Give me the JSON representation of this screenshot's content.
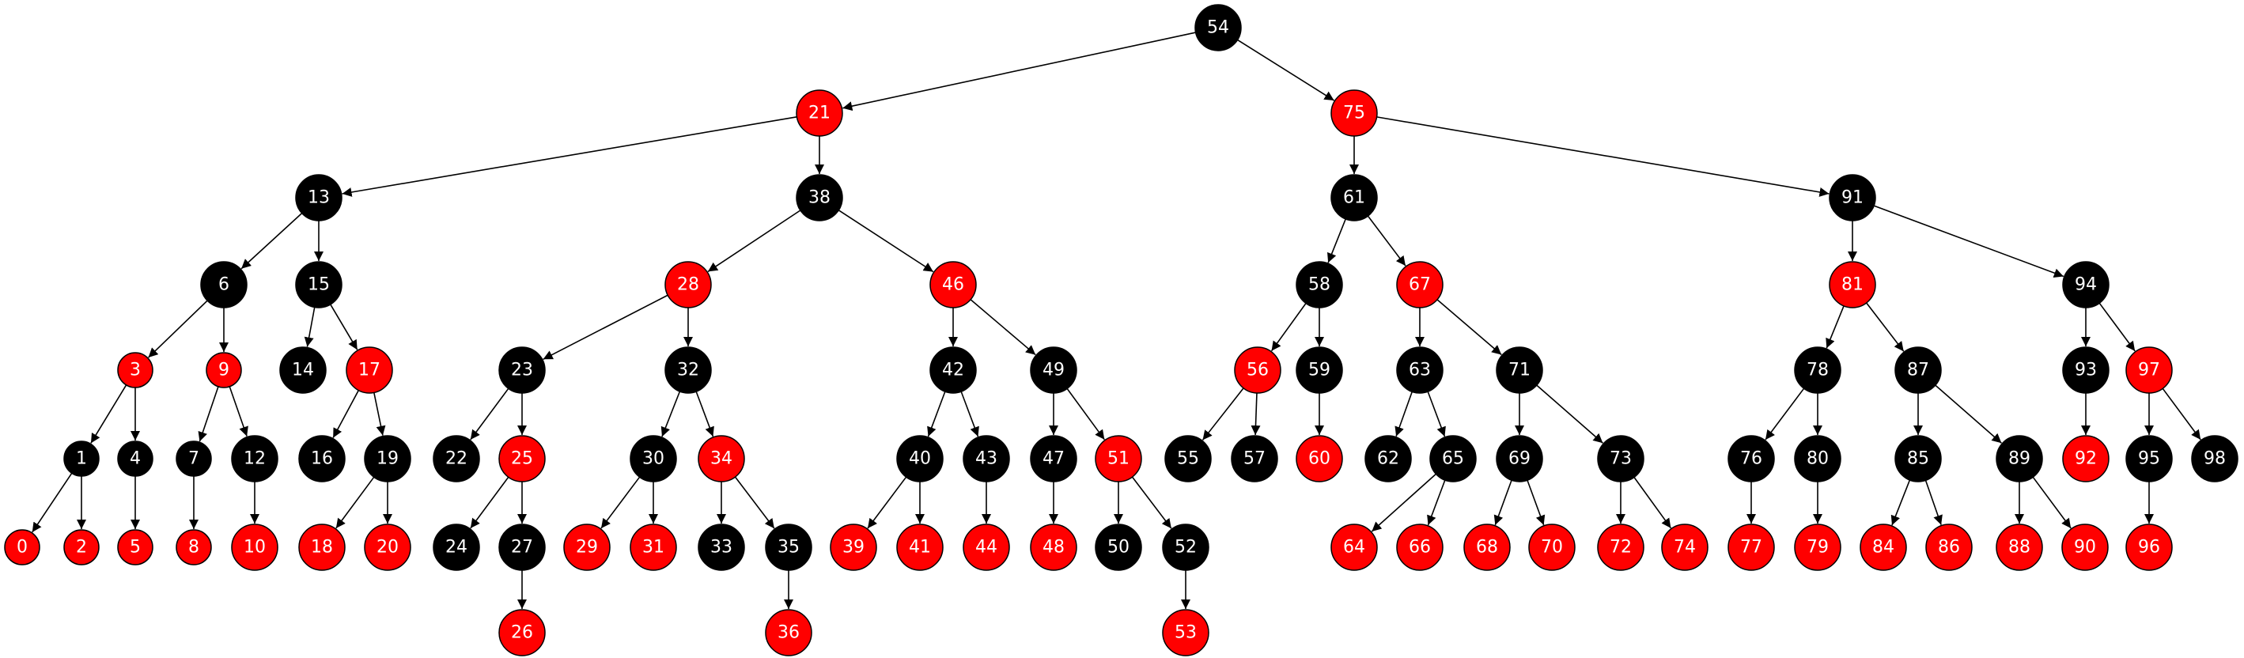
{
  "diagram": {
    "type": "red-black-tree",
    "colors": {
      "red": "#ff0000",
      "black": "#000000",
      "text": "#ffffff",
      "outline": "#000000"
    },
    "nodes": [
      {
        "id": "54",
        "label": "54",
        "color": "black"
      },
      {
        "id": "21",
        "label": "21",
        "color": "red"
      },
      {
        "id": "75",
        "label": "75",
        "color": "red"
      },
      {
        "id": "13",
        "label": "13",
        "color": "black"
      },
      {
        "id": "38",
        "label": "38",
        "color": "black"
      },
      {
        "id": "61",
        "label": "61",
        "color": "black"
      },
      {
        "id": "91",
        "label": "91",
        "color": "black"
      },
      {
        "id": "6",
        "label": "6",
        "color": "black"
      },
      {
        "id": "15",
        "label": "15",
        "color": "black"
      },
      {
        "id": "28",
        "label": "28",
        "color": "red"
      },
      {
        "id": "46",
        "label": "46",
        "color": "red"
      },
      {
        "id": "58",
        "label": "58",
        "color": "black"
      },
      {
        "id": "67",
        "label": "67",
        "color": "red"
      },
      {
        "id": "81",
        "label": "81",
        "color": "red"
      },
      {
        "id": "94",
        "label": "94",
        "color": "black"
      },
      {
        "id": "3",
        "label": "3",
        "color": "red"
      },
      {
        "id": "9",
        "label": "9",
        "color": "red"
      },
      {
        "id": "14",
        "label": "14",
        "color": "black"
      },
      {
        "id": "17",
        "label": "17",
        "color": "red"
      },
      {
        "id": "23",
        "label": "23",
        "color": "black"
      },
      {
        "id": "32",
        "label": "32",
        "color": "black"
      },
      {
        "id": "42",
        "label": "42",
        "color": "black"
      },
      {
        "id": "49",
        "label": "49",
        "color": "black"
      },
      {
        "id": "56",
        "label": "56",
        "color": "red"
      },
      {
        "id": "59",
        "label": "59",
        "color": "black"
      },
      {
        "id": "63",
        "label": "63",
        "color": "black"
      },
      {
        "id": "71",
        "label": "71",
        "color": "black"
      },
      {
        "id": "78",
        "label": "78",
        "color": "black"
      },
      {
        "id": "87",
        "label": "87",
        "color": "black"
      },
      {
        "id": "93",
        "label": "93",
        "color": "black"
      },
      {
        "id": "97",
        "label": "97",
        "color": "red"
      },
      {
        "id": "1",
        "label": "1",
        "color": "black"
      },
      {
        "id": "4",
        "label": "4",
        "color": "black"
      },
      {
        "id": "7",
        "label": "7",
        "color": "black"
      },
      {
        "id": "12",
        "label": "12",
        "color": "black"
      },
      {
        "id": "16",
        "label": "16",
        "color": "black"
      },
      {
        "id": "19",
        "label": "19",
        "color": "black"
      },
      {
        "id": "22",
        "label": "22",
        "color": "black"
      },
      {
        "id": "25",
        "label": "25",
        "color": "red"
      },
      {
        "id": "30",
        "label": "30",
        "color": "black"
      },
      {
        "id": "34",
        "label": "34",
        "color": "red"
      },
      {
        "id": "40",
        "label": "40",
        "color": "black"
      },
      {
        "id": "43",
        "label": "43",
        "color": "black"
      },
      {
        "id": "47",
        "label": "47",
        "color": "black"
      },
      {
        "id": "51",
        "label": "51",
        "color": "red"
      },
      {
        "id": "55",
        "label": "55",
        "color": "black"
      },
      {
        "id": "57",
        "label": "57",
        "color": "black"
      },
      {
        "id": "60",
        "label": "60",
        "color": "red"
      },
      {
        "id": "62",
        "label": "62",
        "color": "black"
      },
      {
        "id": "65",
        "label": "65",
        "color": "black"
      },
      {
        "id": "69",
        "label": "69",
        "color": "black"
      },
      {
        "id": "73",
        "label": "73",
        "color": "black"
      },
      {
        "id": "76",
        "label": "76",
        "color": "black"
      },
      {
        "id": "80",
        "label": "80",
        "color": "black"
      },
      {
        "id": "85",
        "label": "85",
        "color": "black"
      },
      {
        "id": "89",
        "label": "89",
        "color": "black"
      },
      {
        "id": "92",
        "label": "92",
        "color": "red"
      },
      {
        "id": "95",
        "label": "95",
        "color": "black"
      },
      {
        "id": "98",
        "label": "98",
        "color": "black"
      },
      {
        "id": "0",
        "label": "0",
        "color": "red"
      },
      {
        "id": "2",
        "label": "2",
        "color": "red"
      },
      {
        "id": "5",
        "label": "5",
        "color": "red"
      },
      {
        "id": "8",
        "label": "8",
        "color": "red"
      },
      {
        "id": "10",
        "label": "10",
        "color": "red"
      },
      {
        "id": "18",
        "label": "18",
        "color": "red"
      },
      {
        "id": "20",
        "label": "20",
        "color": "red"
      },
      {
        "id": "24",
        "label": "24",
        "color": "black"
      },
      {
        "id": "27",
        "label": "27",
        "color": "black"
      },
      {
        "id": "29",
        "label": "29",
        "color": "red"
      },
      {
        "id": "31",
        "label": "31",
        "color": "red"
      },
      {
        "id": "33",
        "label": "33",
        "color": "black"
      },
      {
        "id": "35",
        "label": "35",
        "color": "black"
      },
      {
        "id": "39",
        "label": "39",
        "color": "red"
      },
      {
        "id": "41",
        "label": "41",
        "color": "red"
      },
      {
        "id": "44",
        "label": "44",
        "color": "red"
      },
      {
        "id": "48",
        "label": "48",
        "color": "red"
      },
      {
        "id": "50",
        "label": "50",
        "color": "black"
      },
      {
        "id": "52",
        "label": "52",
        "color": "black"
      },
      {
        "id": "64",
        "label": "64",
        "color": "red"
      },
      {
        "id": "66",
        "label": "66",
        "color": "red"
      },
      {
        "id": "68",
        "label": "68",
        "color": "red"
      },
      {
        "id": "70",
        "label": "70",
        "color": "red"
      },
      {
        "id": "72",
        "label": "72",
        "color": "red"
      },
      {
        "id": "74",
        "label": "74",
        "color": "red"
      },
      {
        "id": "77",
        "label": "77",
        "color": "red"
      },
      {
        "id": "79",
        "label": "79",
        "color": "red"
      },
      {
        "id": "84",
        "label": "84",
        "color": "red"
      },
      {
        "id": "86",
        "label": "86",
        "color": "red"
      },
      {
        "id": "88",
        "label": "88",
        "color": "red"
      },
      {
        "id": "90",
        "label": "90",
        "color": "red"
      },
      {
        "id": "96",
        "label": "96",
        "color": "red"
      },
      {
        "id": "26",
        "label": "26",
        "color": "red"
      },
      {
        "id": "36",
        "label": "36",
        "color": "red"
      },
      {
        "id": "53",
        "label": "53",
        "color": "red"
      }
    ],
    "edges": [
      [
        "54",
        "21"
      ],
      [
        "54",
        "75"
      ],
      [
        "21",
        "13"
      ],
      [
        "21",
        "38"
      ],
      [
        "75",
        "61"
      ],
      [
        "75",
        "91"
      ],
      [
        "13",
        "6"
      ],
      [
        "13",
        "15"
      ],
      [
        "38",
        "28"
      ],
      [
        "38",
        "46"
      ],
      [
        "61",
        "58"
      ],
      [
        "61",
        "67"
      ],
      [
        "91",
        "81"
      ],
      [
        "91",
        "94"
      ],
      [
        "6",
        "3"
      ],
      [
        "6",
        "9"
      ],
      [
        "15",
        "14"
      ],
      [
        "15",
        "17"
      ],
      [
        "28",
        "23"
      ],
      [
        "28",
        "32"
      ],
      [
        "46",
        "42"
      ],
      [
        "46",
        "49"
      ],
      [
        "58",
        "56"
      ],
      [
        "58",
        "59"
      ],
      [
        "67",
        "63"
      ],
      [
        "67",
        "71"
      ],
      [
        "81",
        "78"
      ],
      [
        "81",
        "87"
      ],
      [
        "94",
        "93"
      ],
      [
        "94",
        "97"
      ],
      [
        "3",
        "1"
      ],
      [
        "3",
        "4"
      ],
      [
        "9",
        "7"
      ],
      [
        "9",
        "12"
      ],
      [
        "17",
        "16"
      ],
      [
        "17",
        "19"
      ],
      [
        "23",
        "22"
      ],
      [
        "23",
        "25"
      ],
      [
        "32",
        "30"
      ],
      [
        "32",
        "34"
      ],
      [
        "42",
        "40"
      ],
      [
        "42",
        "43"
      ],
      [
        "49",
        "47"
      ],
      [
        "49",
        "51"
      ],
      [
        "56",
        "55"
      ],
      [
        "56",
        "57"
      ],
      [
        "59",
        "60"
      ],
      [
        "63",
        "62"
      ],
      [
        "63",
        "65"
      ],
      [
        "71",
        "69"
      ],
      [
        "71",
        "73"
      ],
      [
        "78",
        "76"
      ],
      [
        "78",
        "80"
      ],
      [
        "87",
        "85"
      ],
      [
        "87",
        "89"
      ],
      [
        "93",
        "92"
      ],
      [
        "97",
        "95"
      ],
      [
        "97",
        "98"
      ],
      [
        "1",
        "0"
      ],
      [
        "1",
        "2"
      ],
      [
        "4",
        "5"
      ],
      [
        "7",
        "8"
      ],
      [
        "12",
        "10"
      ],
      [
        "19",
        "18"
      ],
      [
        "19",
        "20"
      ],
      [
        "25",
        "24"
      ],
      [
        "25",
        "27"
      ],
      [
        "30",
        "29"
      ],
      [
        "30",
        "31"
      ],
      [
        "34",
        "33"
      ],
      [
        "34",
        "35"
      ],
      [
        "40",
        "39"
      ],
      [
        "40",
        "41"
      ],
      [
        "43",
        "44"
      ],
      [
        "47",
        "48"
      ],
      [
        "51",
        "50"
      ],
      [
        "51",
        "52"
      ],
      [
        "65",
        "64"
      ],
      [
        "65",
        "66"
      ],
      [
        "69",
        "68"
      ],
      [
        "69",
        "70"
      ],
      [
        "73",
        "72"
      ],
      [
        "73",
        "74"
      ],
      [
        "76",
        "77"
      ],
      [
        "80",
        "79"
      ],
      [
        "85",
        "84"
      ],
      [
        "85",
        "86"
      ],
      [
        "89",
        "88"
      ],
      [
        "89",
        "90"
      ],
      [
        "95",
        "96"
      ],
      [
        "27",
        "26"
      ],
      [
        "35",
        "36"
      ],
      [
        "52",
        "53"
      ]
    ]
  }
}
